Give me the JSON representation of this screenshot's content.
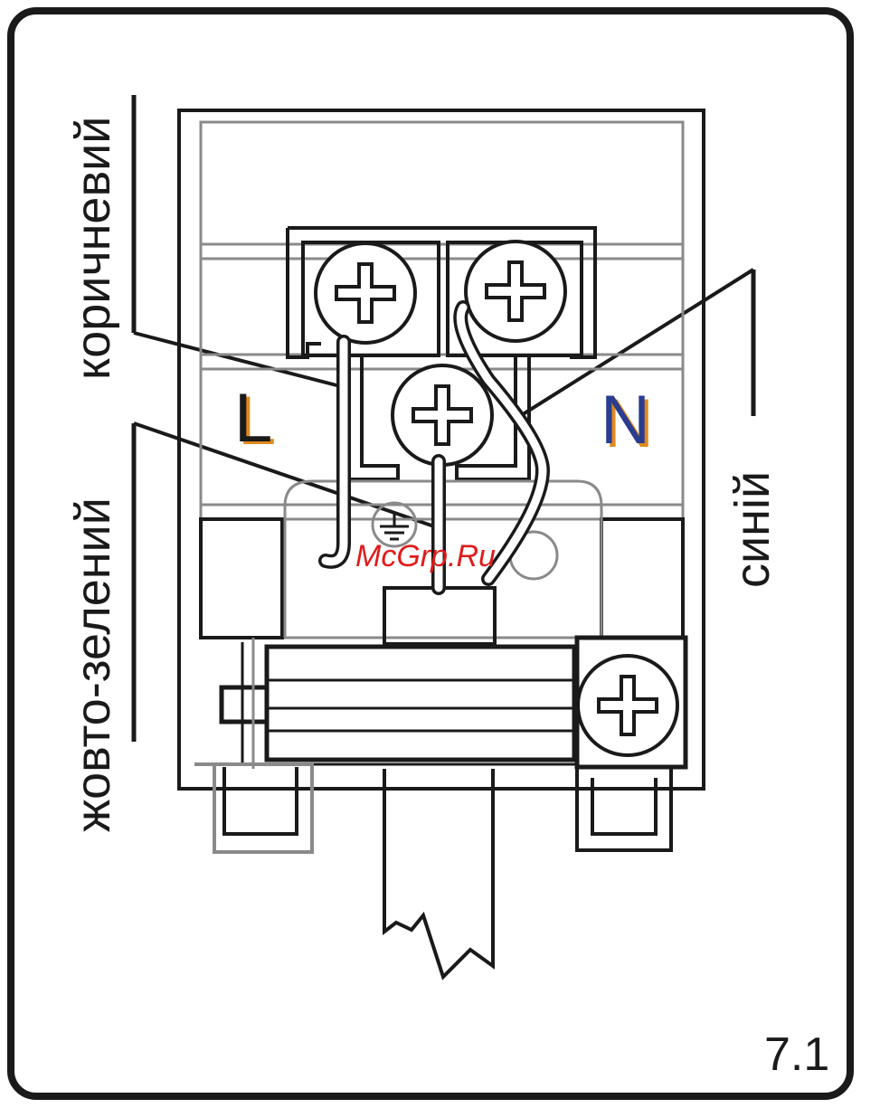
{
  "labels": {
    "brown": "коричневий",
    "yellow_green": "жовто-зелений",
    "blue": "синій",
    "line_terminal": "L",
    "neutral_terminal": "N",
    "figure_number": "7.1",
    "watermark": "McGrp.Ru"
  },
  "colors": {
    "line": "#1a1a1a",
    "secondary": "#8a8a8a",
    "L_letter": "#1a1a1a",
    "L_accent": "#e08a1e",
    "N_letter": "#2a3d8f",
    "N_accent": "#e08a1e",
    "watermark": "#e01b1b"
  },
  "icons": [
    "screw-icon",
    "earth-ground-icon"
  ]
}
